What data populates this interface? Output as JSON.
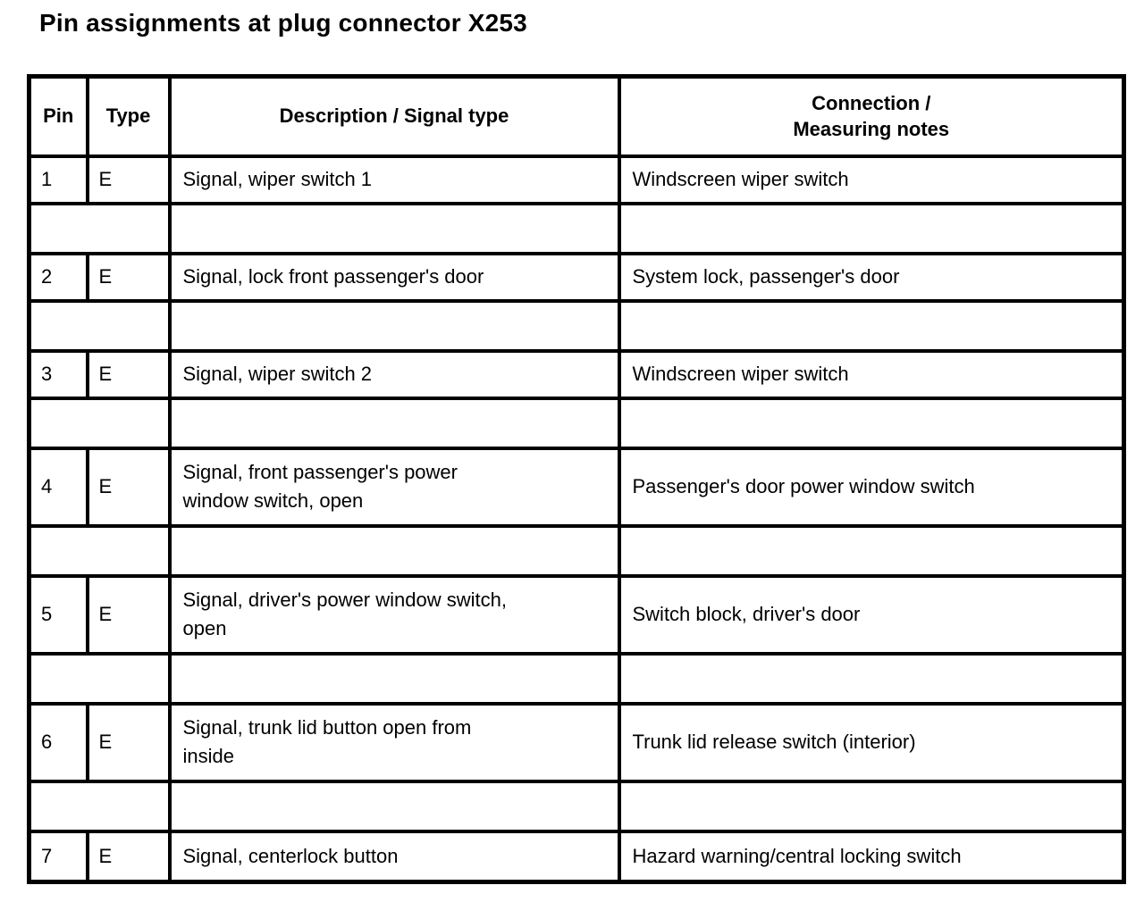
{
  "title": "Pin assignments at plug connector X253",
  "colors": {
    "text": "#000000",
    "border": "#000000",
    "background": "#ffffff"
  },
  "table": {
    "headers": {
      "pin": "Pin",
      "type": "Type",
      "description": "Description / Signal type",
      "connection": "Connection /\nMeasuring notes"
    },
    "rows": [
      {
        "pin": "1",
        "type": "E",
        "description": "Signal, wiper switch 1",
        "connection": "Windscreen wiper switch"
      },
      {
        "pin": "2",
        "type": "E",
        "description": "Signal, lock front passenger's door",
        "connection": "System lock, passenger's door"
      },
      {
        "pin": "3",
        "type": "E",
        "description": "Signal, wiper switch 2",
        "connection": "Windscreen wiper switch"
      },
      {
        "pin": "4",
        "type": "E",
        "description": "Signal, front passenger's power\nwindow switch, open",
        "connection": "Passenger's door power window switch"
      },
      {
        "pin": "5",
        "type": "E",
        "description": "Signal, driver's power window switch,\nopen",
        "connection": "Switch block, driver's door"
      },
      {
        "pin": "6",
        "type": "E",
        "description": "Signal, trunk lid button open from\ninside",
        "connection": "Trunk lid release switch (interior)"
      },
      {
        "pin": "7",
        "type": "E",
        "description": "Signal, centerlock button",
        "connection": "Hazard warning/central locking switch"
      }
    ]
  }
}
